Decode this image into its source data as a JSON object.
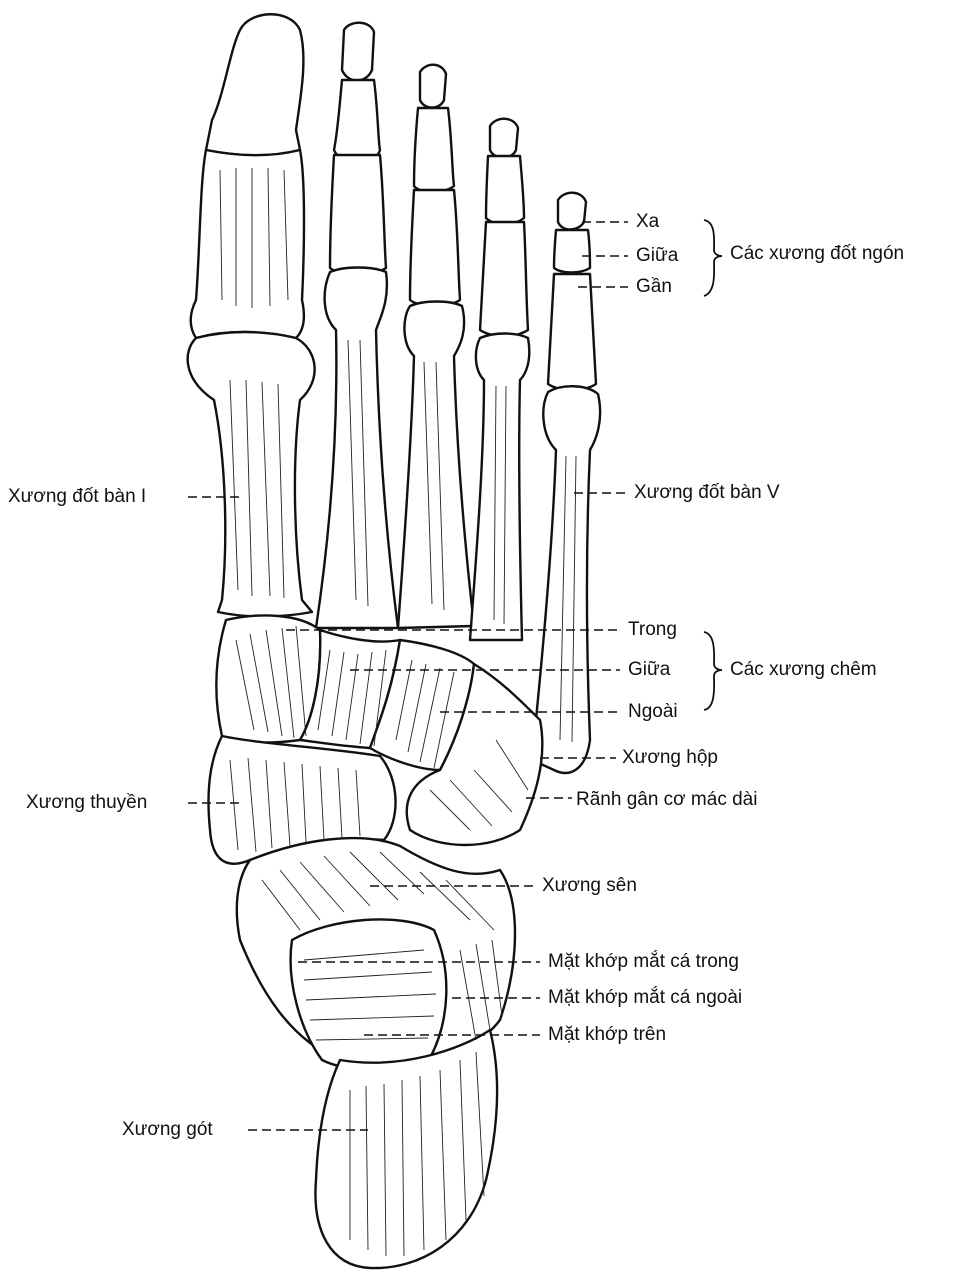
{
  "labels": {
    "phalanx_distal": "Xa",
    "phalanx_middle": "Giữa",
    "phalanx_proximal": "Gần",
    "phalanges_group": "Các xương đốt ngón",
    "metatarsal_1": "Xương đốt bàn I",
    "metatarsal_5": "Xương đốt bàn V",
    "cuneiform_medial": "Trong",
    "cuneiform_intermediate": "Giữa",
    "cuneiform_lateral": "Ngoài",
    "cuneiforms_group": "Các xương chêm",
    "cuboid": "Xương hộp",
    "navicular": "Xương thuyền",
    "peroneus_groove": "Rãnh gân cơ mác dài",
    "talus": "Xương sên",
    "medial_malleolar_facet": "Mặt khớp mắt cá trong",
    "lateral_malleolar_facet": "Mặt khớp mắt cá ngoài",
    "superior_facet": "Mặt khớp trên",
    "calcaneus": "Xương gót"
  }
}
